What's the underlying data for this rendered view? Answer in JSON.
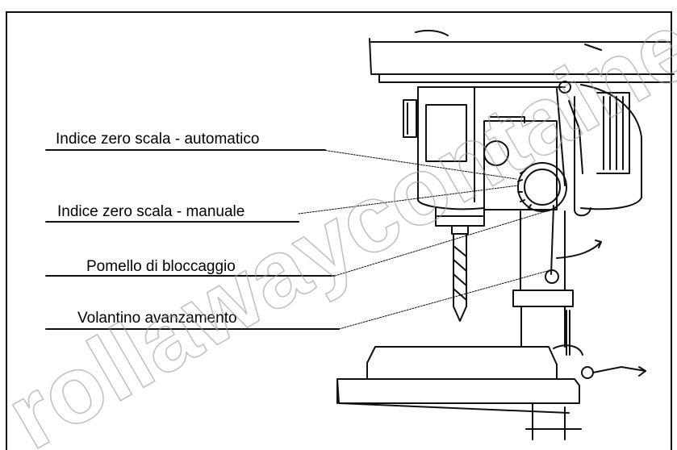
{
  "labels": {
    "auto": "Indice zero scala - automatico",
    "manual": "Indice zero scala - manuale",
    "lock": "Pomello di bloccaggio",
    "feed": "Volantino avanzamento"
  },
  "watermark": "rollawaycontainer",
  "colors": {
    "line": "#111111",
    "watermark": "#9a9a9a"
  }
}
